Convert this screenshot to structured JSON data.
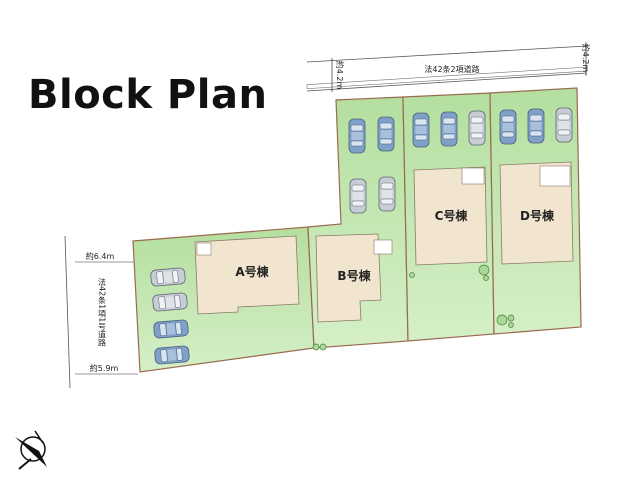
{
  "title": "Block Plan",
  "road_top": {
    "label": "法42条2項道路",
    "width_label": "約4.2m",
    "width_label_left": "約4.2m"
  },
  "road_left": {
    "label": "法42条1項1号道路",
    "width_top": "約6.4m",
    "width_bottom": "約5.9m"
  },
  "lots": [
    {
      "id": "A",
      "label": "A号棟",
      "parking": 4
    },
    {
      "id": "B",
      "label": "B号棟",
      "parking": 4
    },
    {
      "id": "C",
      "label": "C号棟",
      "parking": 3
    },
    {
      "id": "D",
      "label": "D号棟",
      "parking": 3
    }
  ],
  "colors": {
    "lot_fill": "#c6e8b4",
    "lot_fill_dark": "#a9d996",
    "building_fill": "#f2e5cf",
    "boundary": "#9a6a4e",
    "car_blue": "#7fa0c8",
    "car_gray": "#c7cdd4"
  },
  "icons": {
    "north_arrow": "north-arrow-icon"
  }
}
